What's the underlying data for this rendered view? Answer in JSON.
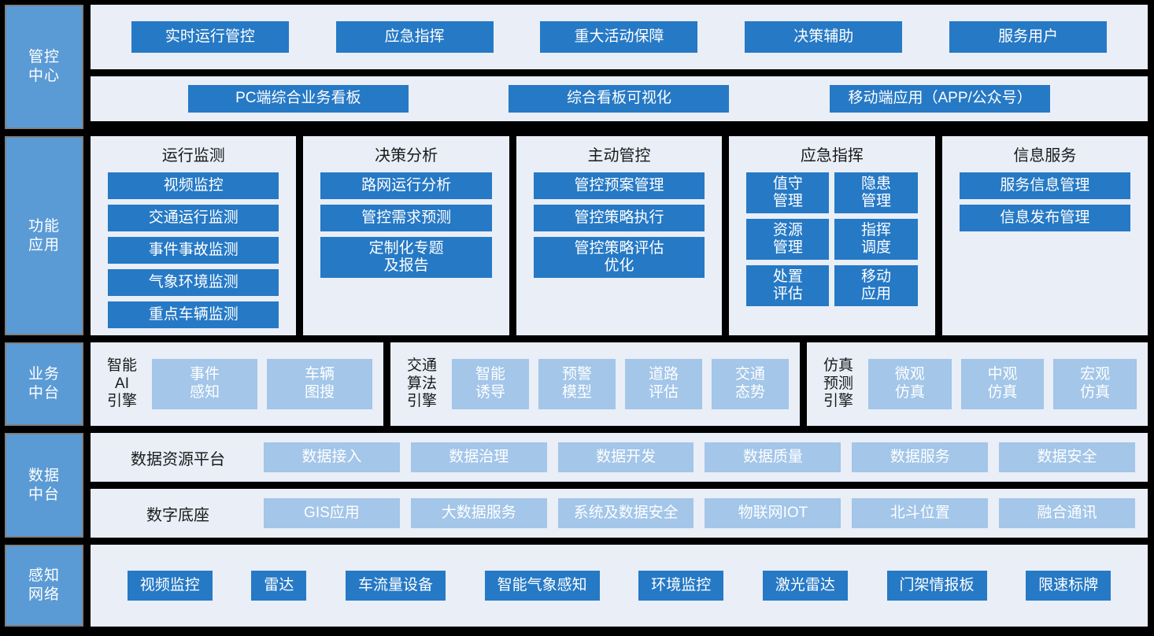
{
  "colors": {
    "background": "#000000",
    "panel": "#E9EEF7",
    "sidebar": "#5B9BD5",
    "pill_primary": "#2679C5",
    "pill_light": "#A3C6E9",
    "sidebar_border": "#7F7F7F",
    "text_dark": "#1A1A1A",
    "text_light": "#FFFFFF"
  },
  "layers": {
    "control_center": {
      "label": "管控\n中心",
      "row1": [
        "实时运行管控",
        "应急指挥",
        "重大活动保障",
        "决策辅助",
        "服务用户"
      ],
      "row2": [
        "PC端综合业务看板",
        "综合看板可视化",
        "移动端应用（APP/公众号）"
      ]
    },
    "function_apps": {
      "label": "功能\n应用",
      "columns": [
        {
          "title": "运行监测",
          "layout": "list",
          "items": [
            "视频监控",
            "交通运行监测",
            "事件事故监测",
            "气象环境监测",
            "重点车辆监测"
          ]
        },
        {
          "title": "决策分析",
          "layout": "list",
          "items": [
            "路网运行分析",
            "管控需求预测",
            "定制化专题\n及报告"
          ]
        },
        {
          "title": "主动管控",
          "layout": "list",
          "items": [
            "管控预案管理",
            "管控策略执行",
            "管控策略评估\n优化"
          ]
        },
        {
          "title": "应急指挥",
          "layout": "grid",
          "items": [
            "值守\n管理",
            "隐患\n管理",
            "资源\n管理",
            "指挥\n调度",
            "处置\n评估",
            "移动\n应用"
          ]
        },
        {
          "title": "信息服务",
          "layout": "list",
          "items": [
            "服务信息管理",
            "信息发布管理"
          ]
        }
      ]
    },
    "business_platform": {
      "label": "业务\n中台",
      "groups": [
        {
          "engine": "智能\nAI\n引擎",
          "items": [
            "事件\n感知",
            "车辆\n图搜"
          ]
        },
        {
          "engine": "交通\n算法\n引擎",
          "items": [
            "智能\n诱导",
            "预警\n模型",
            "道路\n评估",
            "交通\n态势"
          ]
        },
        {
          "engine": "仿真\n预测\n引擎",
          "items": [
            "微观\n仿真",
            "中观\n仿真",
            "宏观\n仿真"
          ]
        }
      ]
    },
    "data_platform": {
      "label": "数据\n中台",
      "rows": [
        {
          "title": "数据资源平台",
          "items": [
            "数据接入",
            "数据治理",
            "数据开发",
            "数据质量",
            "数据服务",
            "数据安全"
          ]
        },
        {
          "title": "数字底座",
          "items": [
            "GIS应用",
            "大数据服务",
            "系统及数据安全",
            "物联网IOT",
            "北斗位置",
            "融合通讯"
          ]
        }
      ]
    },
    "sensing_network": {
      "label": "感知\n网络",
      "items": [
        "视频监控",
        "雷达",
        "车流量设备",
        "智能气象感知",
        "环境监控",
        "激光雷达",
        "门架情报板",
        "限速标牌"
      ]
    }
  }
}
